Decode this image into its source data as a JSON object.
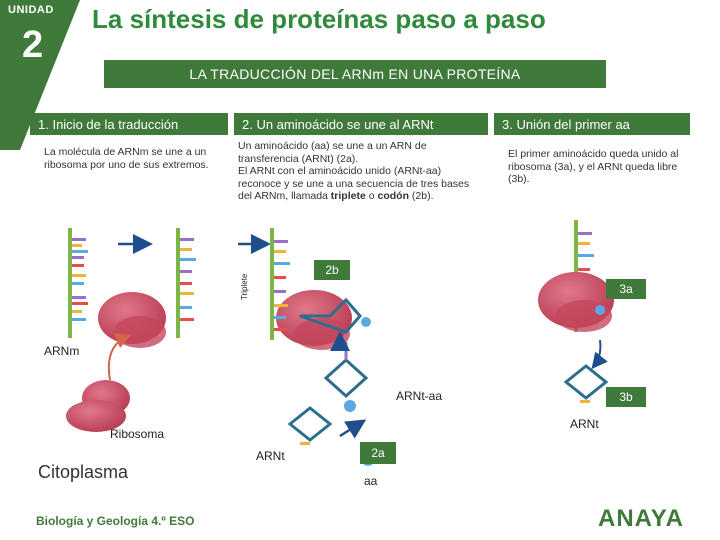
{
  "header": {
    "unit_label": "UNIDAD",
    "unit_number": "2",
    "title": "La síntesis de proteínas paso a paso",
    "banner": "LA TRADUCCIÓN DEL ARNm EN UNA PROTEÍNA"
  },
  "steps": [
    {
      "title": "1. Inicio de la traducción",
      "text": "La molécula de ARNm se une a un ribosoma por uno de sus extremos."
    },
    {
      "title": "2. Un aminoácido se une al ARNt"
    },
    {
      "title": "3. Unión del primer aa",
      "text": "El primer aminoácido queda unido al ribosoma (3a), y el ARNt queda libre (3b)."
    }
  ],
  "step2_text": {
    "p1": "Un aminoácido (aa) se une a un ARN de transferencia (ARNt) (2a).",
    "p2_start": "El ARNt con el aminoácido unido (ARNt-aa) reconoce y se une a una secuencia de tres bases del ARNm, llamada ",
    "p2_bold1": "triplete",
    "p2_mid": " o ",
    "p2_bold2": "codón",
    "p2_end": " (2b)."
  },
  "labels": {
    "arnm": "ARNm",
    "ribosoma": "Ribosoma",
    "citoplasma": "Citoplasma",
    "arnt_aa": "ARNt-aa",
    "arnt_1": "ARNt",
    "arnt_2": "ARNt",
    "aa": "aa",
    "triplete": "Triplete"
  },
  "tags": {
    "t2a": "2a",
    "t2b": "2b",
    "t3a": "3a",
    "t3b": "3b"
  },
  "footer": {
    "book": "Biología y Geología 4.º ESO",
    "publisher": "ANAYA"
  },
  "colors": {
    "accent_green": "#3f7a3a",
    "title_green": "#2f8a3c",
    "ribosome": "#c8455a",
    "strand": "#7ab648",
    "arrow": "#1f4e8c"
  }
}
